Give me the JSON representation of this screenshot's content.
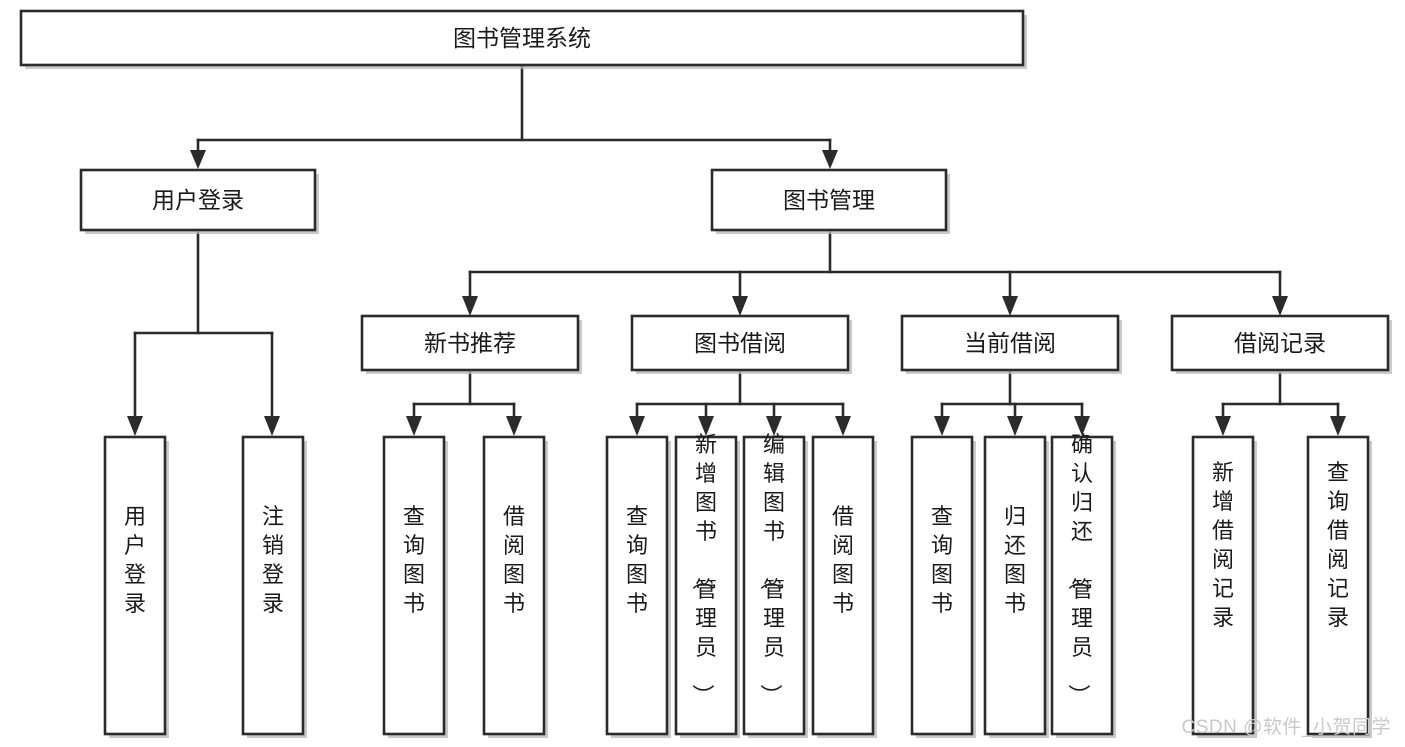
{
  "diagram": {
    "type": "tree",
    "title": "图书管理系统",
    "watermark": "CSDN @软件_小贺同学",
    "colors": {
      "box_stroke": "#2b2b2b",
      "box_fill": "#ffffff",
      "line": "#2b2b2b",
      "shadow": "#b8b8b8",
      "watermark": "#c9c9c9",
      "background": "#ffffff"
    },
    "levels": [
      {
        "level": 0,
        "nodes": [
          {
            "id": "root",
            "label": "图书管理系统",
            "orientation": "horizontal"
          }
        ]
      },
      {
        "level": 1,
        "nodes": [
          {
            "id": "login",
            "label": "用户登录",
            "orientation": "horizontal",
            "parent": "root"
          },
          {
            "id": "bookmgmt",
            "label": "图书管理",
            "orientation": "horizontal",
            "parent": "root"
          }
        ]
      },
      {
        "level": 2,
        "nodes": [
          {
            "id": "newbook",
            "label": "新书推荐",
            "orientation": "horizontal",
            "parent": "bookmgmt"
          },
          {
            "id": "borrow",
            "label": "图书借阅",
            "orientation": "horizontal",
            "parent": "bookmgmt"
          },
          {
            "id": "current",
            "label": "当前借阅",
            "orientation": "horizontal",
            "parent": "bookmgmt"
          },
          {
            "id": "records",
            "label": "借阅记录",
            "orientation": "horizontal",
            "parent": "bookmgmt"
          }
        ]
      },
      {
        "level": 3,
        "nodes": [
          {
            "id": "leaf-user-login",
            "label": "用户登录",
            "orientation": "vertical",
            "parent": "login"
          },
          {
            "id": "leaf-user-logout",
            "label": "注销登录",
            "orientation": "vertical",
            "parent": "login"
          },
          {
            "id": "leaf-new-query",
            "label": "查询图书",
            "orientation": "vertical",
            "parent": "newbook"
          },
          {
            "id": "leaf-new-borrow",
            "label": "借阅图书",
            "orientation": "vertical",
            "parent": "newbook"
          },
          {
            "id": "leaf-borrow-query",
            "label": "查询图书",
            "orientation": "vertical",
            "parent": "borrow"
          },
          {
            "id": "leaf-borrow-add",
            "label": "新增图书（管理员）",
            "orientation": "vertical",
            "parent": "borrow"
          },
          {
            "id": "leaf-borrow-edit",
            "label": "编辑图书（管理员）",
            "orientation": "vertical",
            "parent": "borrow"
          },
          {
            "id": "leaf-borrow-lend",
            "label": "借阅图书",
            "orientation": "vertical",
            "parent": "borrow"
          },
          {
            "id": "leaf-current-query",
            "label": "查询图书",
            "orientation": "vertical",
            "parent": "current"
          },
          {
            "id": "leaf-current-return",
            "label": "归还图书",
            "orientation": "vertical",
            "parent": "current"
          },
          {
            "id": "leaf-current-confirm",
            "label": "确认归还（管理员）",
            "orientation": "vertical",
            "parent": "current"
          },
          {
            "id": "leaf-records-add",
            "label": "新增借阅记录",
            "orientation": "vertical",
            "parent": "records"
          },
          {
            "id": "leaf-records-query",
            "label": "查询借阅记录",
            "orientation": "vertical",
            "parent": "records"
          }
        ]
      }
    ]
  }
}
